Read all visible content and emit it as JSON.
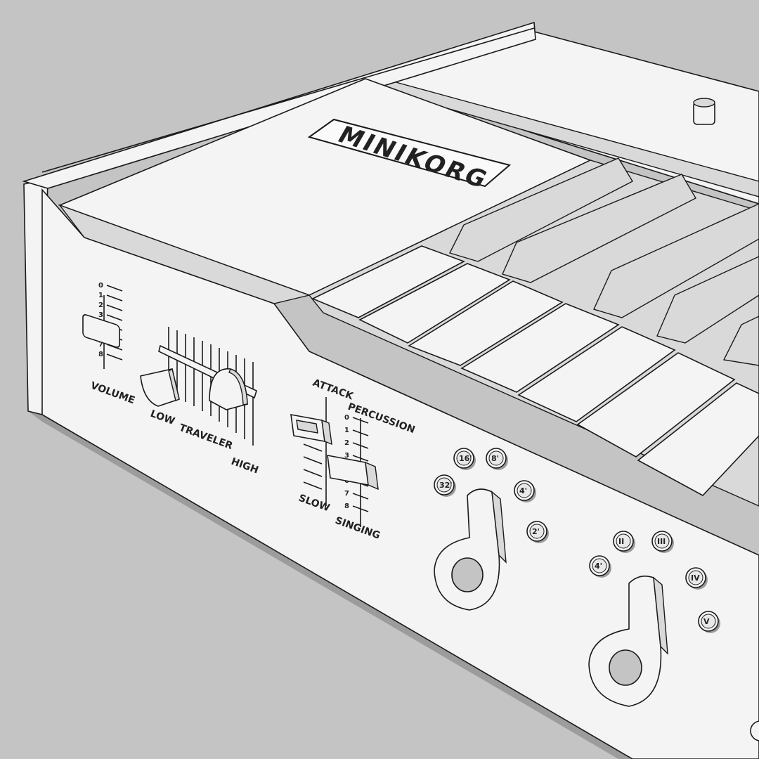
{
  "colors": {
    "background": "#c4c4c4",
    "body": "#f4f4f4",
    "shade": "#d9d9d9",
    "shadow": "#9c9c9c",
    "line": "#1a1a1a"
  },
  "logo": {
    "text": "MINIKORG"
  },
  "volume": {
    "label": "VOLUME",
    "ticks": [
      "0",
      "1",
      "2",
      "3",
      "",
      "",
      "7",
      "8"
    ]
  },
  "traveler": {
    "label": "TRAVELER",
    "low_label": "LOW",
    "high_label": "HIGH"
  },
  "attack": {
    "label": "ATTACK",
    "bottom_label": "SLOW"
  },
  "percussion": {
    "label": "PERCUSSION",
    "bottom_label": "SINGING",
    "ticks": [
      "0",
      "1",
      "2",
      "3",
      "",
      "6",
      "7",
      "8"
    ]
  },
  "footage_group_1": {
    "buttons": [
      "32'",
      "16'",
      "8'",
      "4'",
      "2'"
    ]
  },
  "footage_group_2": {
    "buttons": [
      "4'",
      "II",
      "III",
      "IV",
      "V"
    ]
  }
}
